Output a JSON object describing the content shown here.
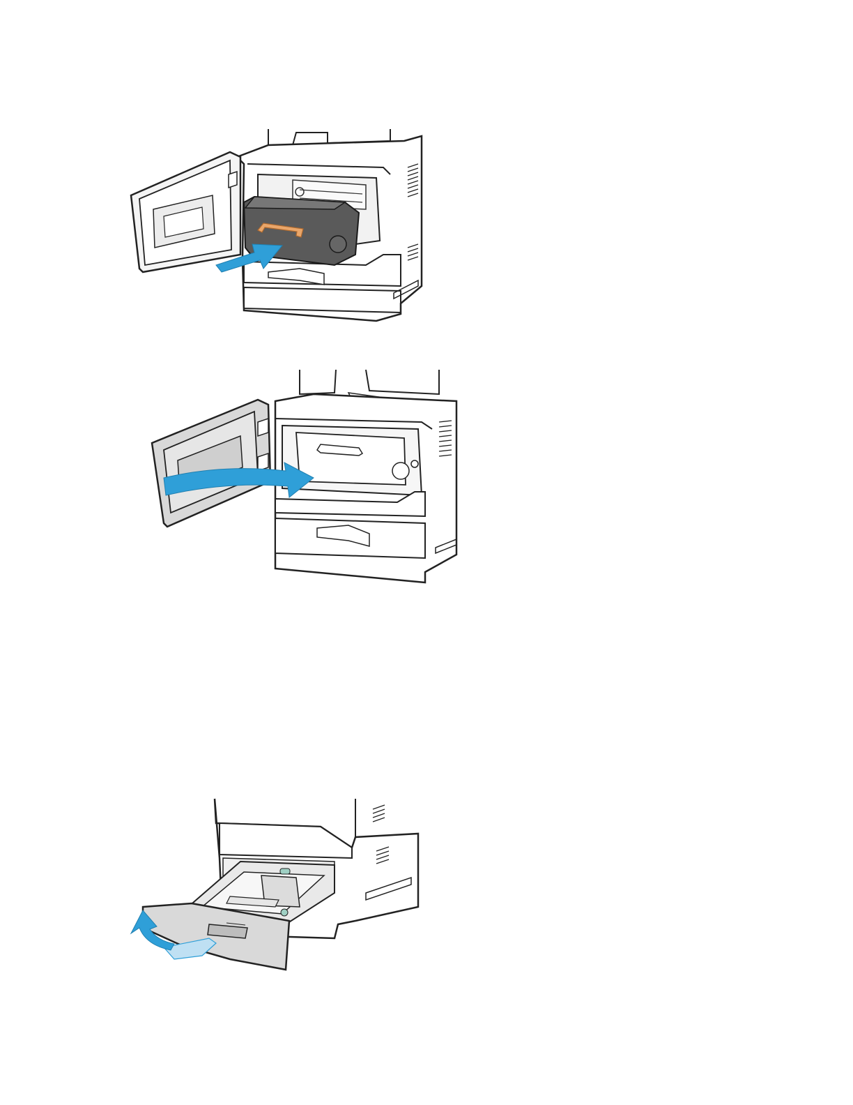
{
  "document": {
    "figures": [
      {
        "id": "insert-imaging-unit",
        "arrow_color": "#2f9fd8",
        "handle_color": "#e9a66a"
      },
      {
        "id": "close-front-door",
        "arrow_color": "#2f9fd8"
      },
      {
        "id": "pull-out-tray",
        "arrow_color": "#2f9fd8",
        "accent_color": "#9fd0c4"
      }
    ]
  },
  "colors": {
    "outline": "#222222",
    "body_fill": "#ffffff",
    "door_fill": "#e6e6e6",
    "cartridge_fill": "#5a5a5a",
    "tray_fill": "#d9d9d9",
    "arrow": "#2f9fd8",
    "arrow_light": "#bfe0f3"
  }
}
